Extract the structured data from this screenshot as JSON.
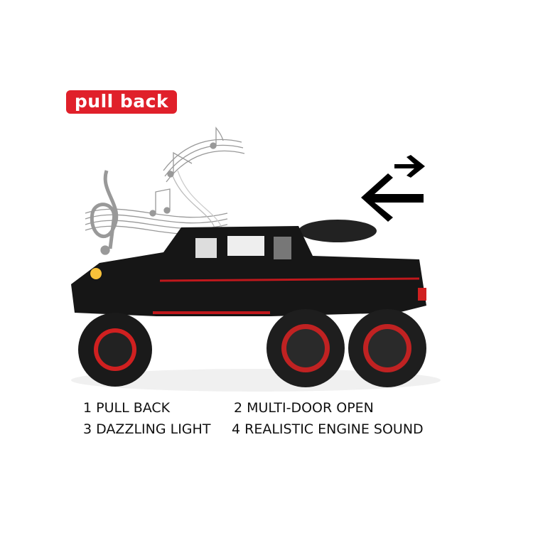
{
  "badge": {
    "label": "pull back",
    "color": "#e0202a"
  },
  "features": [
    {
      "text": "1 PULL BACK"
    },
    {
      "text": "2  MULTI-DOOR OPEN"
    },
    {
      "text": "3 DAZZLING LIGHT"
    },
    {
      "text": "4 REALISTIC ENGINE SOUND"
    }
  ],
  "icons": {
    "music": "music-notes-icon",
    "arrows": "direction-arrows-icon"
  }
}
